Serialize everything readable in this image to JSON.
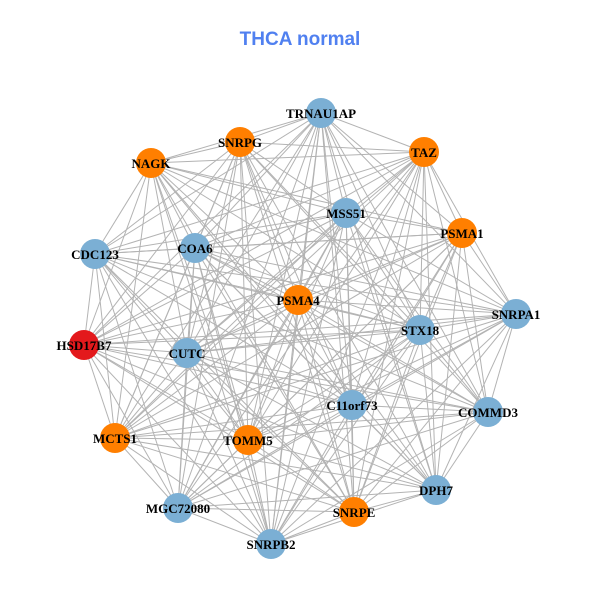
{
  "title": "THCA normal",
  "colors": {
    "edge": "#b3b3b3",
    "blue": "#7bafd4",
    "orange": "#ff7f00",
    "red": "#e3191c"
  },
  "nodes": [
    {
      "label": "TRNAU1AP",
      "color": "#7bafd4"
    },
    {
      "label": "SNRPG",
      "color": "#ff7f00"
    },
    {
      "label": "NAGK",
      "color": "#ff7f00"
    },
    {
      "label": "TAZ",
      "color": "#ff7f00"
    },
    {
      "label": "MSS51",
      "color": "#7bafd4"
    },
    {
      "label": "PSMA1",
      "color": "#ff7f00"
    },
    {
      "label": "CDC123",
      "color": "#7bafd4"
    },
    {
      "label": "COA6",
      "color": "#7bafd4"
    },
    {
      "label": "PSMA4",
      "color": "#ff7f00"
    },
    {
      "label": "SNRPA1",
      "color": "#7bafd4"
    },
    {
      "label": "STX18",
      "color": "#7bafd4"
    },
    {
      "label": "HSD17B7",
      "color": "#e3191c"
    },
    {
      "label": "CUTC",
      "color": "#7bafd4"
    },
    {
      "label": "C11orf73",
      "color": "#7bafd4"
    },
    {
      "label": "COMMD3",
      "color": "#7bafd4"
    },
    {
      "label": "MCTS1",
      "color": "#ff7f00"
    },
    {
      "label": "TOMM5",
      "color": "#ff7f00"
    },
    {
      "label": "DPH7",
      "color": "#7bafd4"
    },
    {
      "label": "MGC72080",
      "color": "#7bafd4"
    },
    {
      "label": "SNRPE",
      "color": "#ff7f00"
    },
    {
      "label": "SNRPB2",
      "color": "#7bafd4"
    }
  ],
  "adjacency": [
    [
      1,
      2,
      3,
      4,
      5,
      6,
      7,
      8,
      9,
      10,
      11,
      12,
      13,
      14,
      15,
      16,
      17,
      18,
      19,
      20
    ],
    [
      2,
      3,
      4,
      6,
      7,
      8,
      10,
      11,
      12,
      13,
      14,
      15,
      16,
      17,
      18,
      19,
      20
    ],
    [
      3,
      4,
      5,
      6,
      7,
      8,
      9,
      10,
      11,
      12,
      13,
      15,
      16,
      17,
      19,
      20
    ],
    [
      4,
      5,
      6,
      7,
      8,
      9,
      10,
      11,
      12,
      13,
      14,
      15,
      16,
      17,
      18,
      19,
      20
    ],
    [
      5,
      6,
      7,
      8,
      9,
      10,
      11,
      12,
      13,
      14,
      15,
      16,
      17,
      18,
      19,
      20
    ],
    [
      6,
      7,
      8,
      9,
      10,
      11,
      12,
      13,
      14,
      15,
      16,
      17,
      18,
      19,
      20
    ],
    [
      7,
      8,
      9,
      10,
      11,
      12,
      13,
      14,
      15,
      16,
      18,
      19,
      20
    ],
    [
      8,
      9,
      10,
      11,
      12,
      13,
      14,
      15,
      16,
      17,
      18,
      19,
      20
    ],
    [
      9,
      10,
      11,
      12,
      13,
      14,
      15,
      16,
      17,
      18,
      19,
      20
    ],
    [
      10,
      11,
      12,
      13,
      14,
      15,
      16,
      17,
      18,
      19,
      20
    ],
    [
      11,
      12,
      13,
      14,
      15,
      16,
      17,
      18,
      19,
      20
    ],
    [
      12,
      13,
      14,
      15,
      16,
      17,
      18,
      19,
      20
    ],
    [
      13,
      14,
      15,
      16,
      17,
      18,
      19,
      20
    ],
    [
      14,
      15,
      16,
      17,
      18,
      19,
      20
    ],
    [
      15,
      16,
      17,
      18,
      19,
      20
    ],
    [
      16,
      17,
      18,
      19,
      20
    ],
    [
      17,
      18,
      19,
      20
    ],
    [
      18,
      19,
      20
    ],
    [
      19,
      20
    ],
    [
      20
    ],
    []
  ]
}
